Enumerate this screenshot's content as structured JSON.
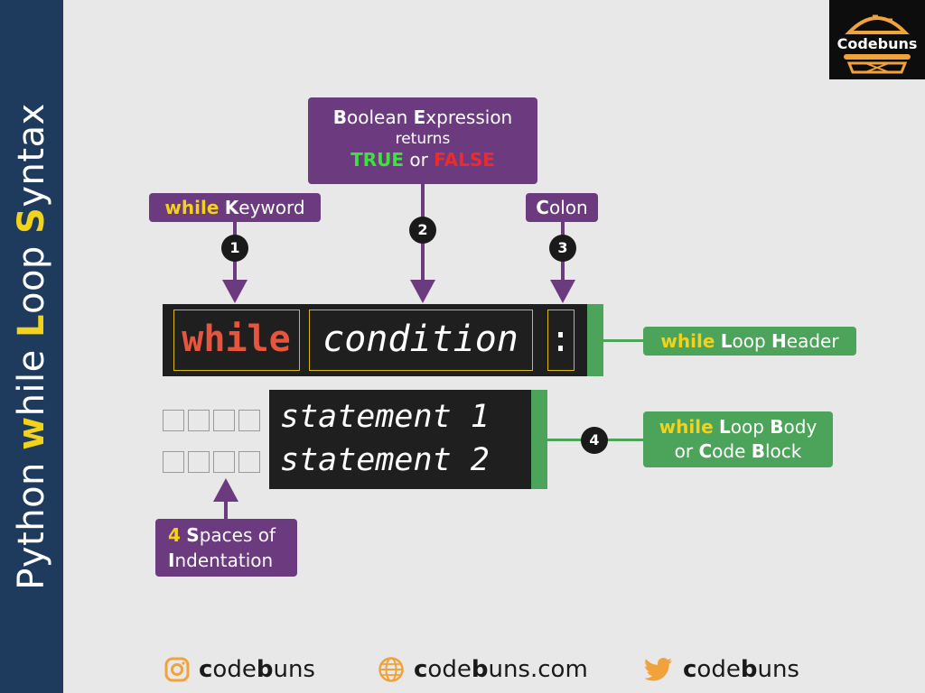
{
  "side_title": {
    "pre": "Python ",
    "w": "w",
    "hile": "hile ",
    "L": "L",
    "oop": "oop ",
    "S": "S",
    "yntax": "yntax"
  },
  "logo": {
    "pre": "Code",
    "bold": "buns"
  },
  "callouts": {
    "boolean": {
      "B": "B",
      "oolean": "oolean ",
      "E": "E",
      "xpression": "xpression",
      "returns": "returns",
      "true": "TRUE",
      "or": " or ",
      "false": "FALSE"
    },
    "while_keyword": {
      "while": "while",
      "sp": " ",
      "K": "K",
      "eyword": "eyword"
    },
    "colon": {
      "C": "C",
      "olon": "olon"
    },
    "header": {
      "while": "while",
      "L": "L",
      "oop": "oop ",
      "H": "H",
      "eader": "eader"
    },
    "body": {
      "while": "while",
      "L": "L",
      "oop": "oop ",
      "B": "B",
      "ody": "ody",
      "or": "or ",
      "C": "C",
      "ode": "ode ",
      "B2": "B",
      "lock": "lock"
    },
    "indent": {
      "four": "4",
      "S": "S",
      "paces": "paces of",
      "I": "I",
      "ndentation": "ndentation"
    }
  },
  "badges": [
    "1",
    "2",
    "3",
    "4"
  ],
  "code": {
    "keyword": "while",
    "condition": "condition",
    "colon": ":",
    "statement1": "statement 1",
    "statement2": "statement 2"
  },
  "footer": [
    {
      "icon": "instagram-icon",
      "c": "c",
      "ode": "ode",
      "b": "b",
      "uns": "uns",
      "rest": ""
    },
    {
      "icon": "globe-icon",
      "c": "c",
      "ode": "ode",
      "b": "b",
      "uns": "uns",
      "rest": ".com"
    },
    {
      "icon": "twitter-icon",
      "c": "c",
      "ode": "ode",
      "b": "b",
      "uns": "uns",
      "rest": ""
    }
  ],
  "colors": {
    "purple": "#6b3a7f",
    "green": "#4ca35a",
    "navy": "#1e3a5c",
    "yellow": "#f2d21b",
    "orange": "#f0a23b",
    "code_bg": "#1f1f1f",
    "keyword": "#e8553d"
  }
}
